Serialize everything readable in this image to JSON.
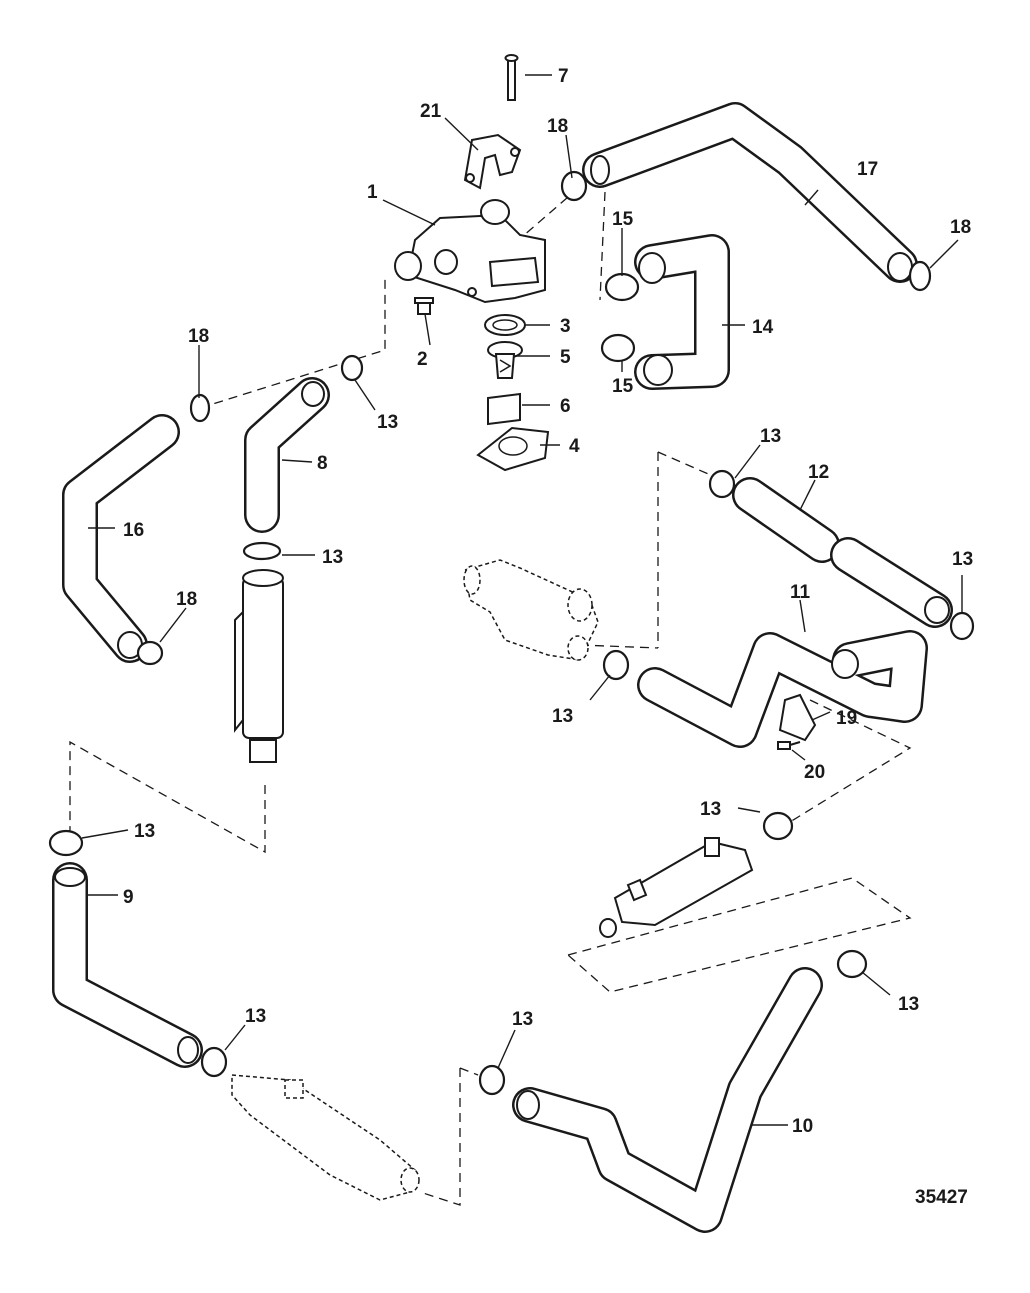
{
  "diagram": {
    "drawing_number": "35427",
    "callouts": [
      {
        "id": "c1",
        "text": "1"
      },
      {
        "id": "c2",
        "text": "2"
      },
      {
        "id": "c3",
        "text": "3"
      },
      {
        "id": "c4",
        "text": "4"
      },
      {
        "id": "c5",
        "text": "5"
      },
      {
        "id": "c6",
        "text": "6"
      },
      {
        "id": "c7",
        "text": "7"
      },
      {
        "id": "c8",
        "text": "8"
      },
      {
        "id": "c9",
        "text": "9"
      },
      {
        "id": "c10",
        "text": "10"
      },
      {
        "id": "c11",
        "text": "11"
      },
      {
        "id": "c12",
        "text": "12"
      },
      {
        "id": "c13a",
        "text": "13"
      },
      {
        "id": "c13b",
        "text": "13"
      },
      {
        "id": "c13c",
        "text": "13"
      },
      {
        "id": "c13d",
        "text": "13"
      },
      {
        "id": "c13e",
        "text": "13"
      },
      {
        "id": "c13f",
        "text": "13"
      },
      {
        "id": "c13g",
        "text": "13"
      },
      {
        "id": "c13h",
        "text": "13"
      },
      {
        "id": "c13i",
        "text": "13"
      },
      {
        "id": "c13j",
        "text": "13"
      },
      {
        "id": "c14",
        "text": "14"
      },
      {
        "id": "c15a",
        "text": "15"
      },
      {
        "id": "c15b",
        "text": "15"
      },
      {
        "id": "c16",
        "text": "16"
      },
      {
        "id": "c17",
        "text": "17"
      },
      {
        "id": "c18a",
        "text": "18"
      },
      {
        "id": "c18b",
        "text": "18"
      },
      {
        "id": "c18c",
        "text": "18"
      },
      {
        "id": "c18d",
        "text": "18"
      },
      {
        "id": "c19",
        "text": "19"
      },
      {
        "id": "c20",
        "text": "20"
      },
      {
        "id": "c21",
        "text": "21"
      }
    ]
  }
}
